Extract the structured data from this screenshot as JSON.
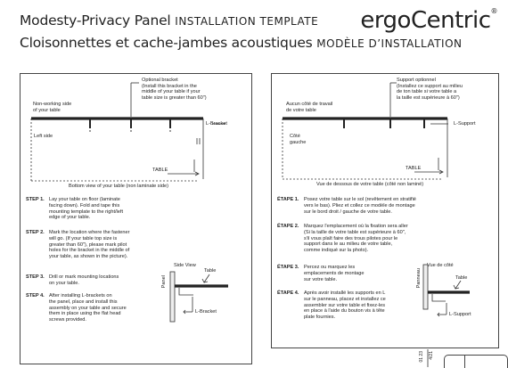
{
  "header": {
    "title_en": "Modesty-Privacy Panel",
    "subtitle_en": "INSTALLATION TEMPLATE",
    "title_fr": "Cloisonnettes et cache-jambes acoustiques",
    "subtitle_fr": "MODÈLE D’INSTALLATION",
    "logo": "ergoCentric",
    "logo_mark": "®"
  },
  "left": {
    "callout_optional": [
      "Optional bracket",
      "(Install this bracket in the",
      "middle of your table if your",
      "table size is greater than 60\")"
    ],
    "non_working": [
      "Non-working side",
      "of your table"
    ],
    "left_side": "Left side",
    "lbracket": "L-Bracket",
    "table": "TABLE",
    "caption": "Bottom view of your table (non laminate side)",
    "side_view": "Side View",
    "panel_tag": "Panel",
    "sv_table": "Table",
    "sv_lbracket": "L-Bracket",
    "steps": [
      {
        "label": "STEP 1.",
        "lines": [
          "Lay your table on floor (laminate",
          "facing down). Fold and tape this",
          "mounting template to the right/left",
          "edge of your table."
        ]
      },
      {
        "label": "STEP 2.",
        "lines": [
          "Mark the location where the fastener",
          "will go. (If your table top size is",
          "greater than 60\"), please mark pilot",
          "holes for the bracket in the middle of",
          "your table, as shown in the picture)."
        ]
      },
      {
        "label": "STEP 3.",
        "lines": [
          "Drill or mark mounting locations",
          "on your table."
        ]
      },
      {
        "label": "STEP 4.",
        "lines": [
          "After installing L-brackets on",
          "the panel, place and install this",
          "assembly on your table and secure",
          "them in place using the flat head",
          "screws provided."
        ]
      }
    ]
  },
  "right": {
    "callout_optional": [
      "Support optionnel",
      "(Installez ce support au milieu",
      "de ton table si votre table a",
      "la taille est supérieure à 60\")"
    ],
    "non_working": [
      "Aucun côté de travail",
      "de votre table"
    ],
    "left_side": [
      "Côté",
      "gauche"
    ],
    "lsupport": "L-Support",
    "table": "TABLE",
    "caption": "Vue de dessous de votre table (côté non laminé)",
    "side_view": "Vue de côté",
    "panel_tag": "Panneau",
    "sv_table": "Table",
    "sv_lsupport": "L-Support",
    "steps": [
      {
        "label": "ÉTAPE 1.",
        "lines": [
          "Posez votre table sur le sol (revêtement en stratifié",
          "vers le bas). Pliez et collez ce modèle de montage",
          "sur le bord droit / gauche de votre table."
        ]
      },
      {
        "label": "ÉTAPE 2.",
        "lines": [
          "Marquez l'emplacement où la fixation sera aller",
          "(Si la taille de votre table est supérieure à 60\",",
          "s'il vous plaît faire des trous pilotes pour le",
          "support dans le au milieu de votre table,",
          "comme indiqué sur la photo)."
        ]
      },
      {
        "label": "ÉTAPE 3.",
        "lines": [
          "Percez ou marquez les",
          "emplacements de montage",
          "sur votre table."
        ]
      },
      {
        "label": "ÉTAPE 4.",
        "lines": [
          "Après avoir installé les supports en L",
          "sur le panneau, placez et installez ce",
          "assembler sur votre table et fixez-les",
          "en place à l'aide du bouton vis à tête",
          "plate fournies."
        ]
      }
    ]
  },
  "footer": {
    "code_a": "01 23",
    "code_b": "4/21"
  }
}
